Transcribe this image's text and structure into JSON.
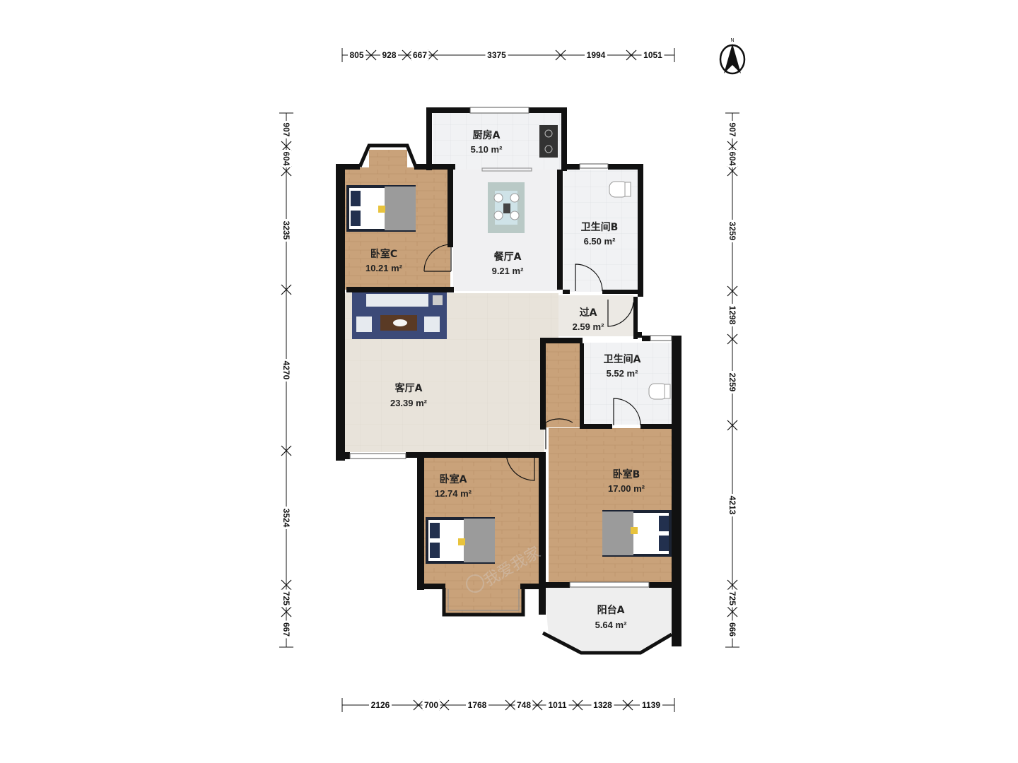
{
  "compass": {
    "north_label": "N"
  },
  "rooms": [
    {
      "id": "kitchen",
      "name": "厨房A",
      "area": "5.10 m²"
    },
    {
      "id": "dining",
      "name": "餐厅A",
      "area": "9.21 m²"
    },
    {
      "id": "bedroom-c",
      "name": "卧室C",
      "area": "10.21 m²"
    },
    {
      "id": "bathroom-b",
      "name": "卫生间B",
      "area": "6.50 m²"
    },
    {
      "id": "hall",
      "name": "过A",
      "area": "2.59 m²"
    },
    {
      "id": "living",
      "name": "客厅A",
      "area": "23.39 m²"
    },
    {
      "id": "bathroom-a",
      "name": "卫生间A",
      "area": "5.52 m²"
    },
    {
      "id": "bedroom-a",
      "name": "卧室A",
      "area": "12.74 m²"
    },
    {
      "id": "bedroom-b",
      "name": "卧室B",
      "area": "17.00 m²"
    },
    {
      "id": "balcony",
      "name": "阳台A",
      "area": "5.64 m²"
    }
  ],
  "dimensions": {
    "top": [
      "805",
      "928",
      "667",
      "3375",
      "1994",
      "1051"
    ],
    "bottom": [
      "2126",
      "700",
      "1768",
      "748",
      "1011",
      "1328",
      "1139"
    ],
    "left": [
      "907",
      "604",
      "3235",
      "4270",
      "3524",
      "725",
      "667"
    ],
    "right": [
      "907",
      "604",
      "3259",
      "1298",
      "2259",
      "4213",
      "725",
      "666"
    ]
  },
  "watermark": {
    "text": "我爱我家"
  },
  "colors": {
    "wall": "#111111",
    "wood": "#c9a27a",
    "tile": "#f1f2f4",
    "living_floor": "#e6e1d8",
    "dining_floor": "#f0f0f2",
    "balcony_floor": "#eeeeee",
    "rug": "#3c4a78",
    "bed_cover": "#9b9b9b"
  }
}
